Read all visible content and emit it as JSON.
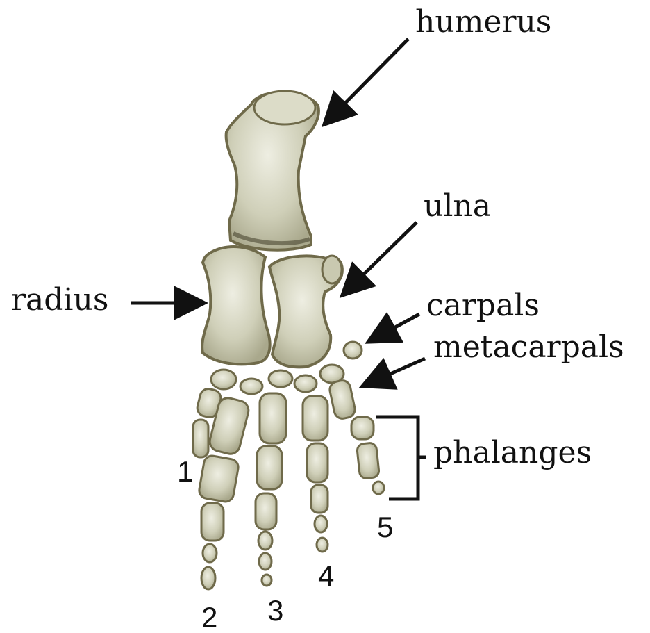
{
  "labels": {
    "humerus": "humerus",
    "ulna": "ulna",
    "radius": "radius",
    "carpals": "carpals",
    "metacarpals": "metacarpals",
    "phalanges": "phalanges"
  },
  "digits": {
    "d1": "1",
    "d2": "2",
    "d3": "3",
    "d4": "4",
    "d5": "5"
  },
  "colors": {
    "bone_fill": "#c9c9b0",
    "bone_light": "#e6e6d6",
    "bone_outline": "#6f6a4a",
    "arrow": "#111111",
    "text": "#111111"
  }
}
